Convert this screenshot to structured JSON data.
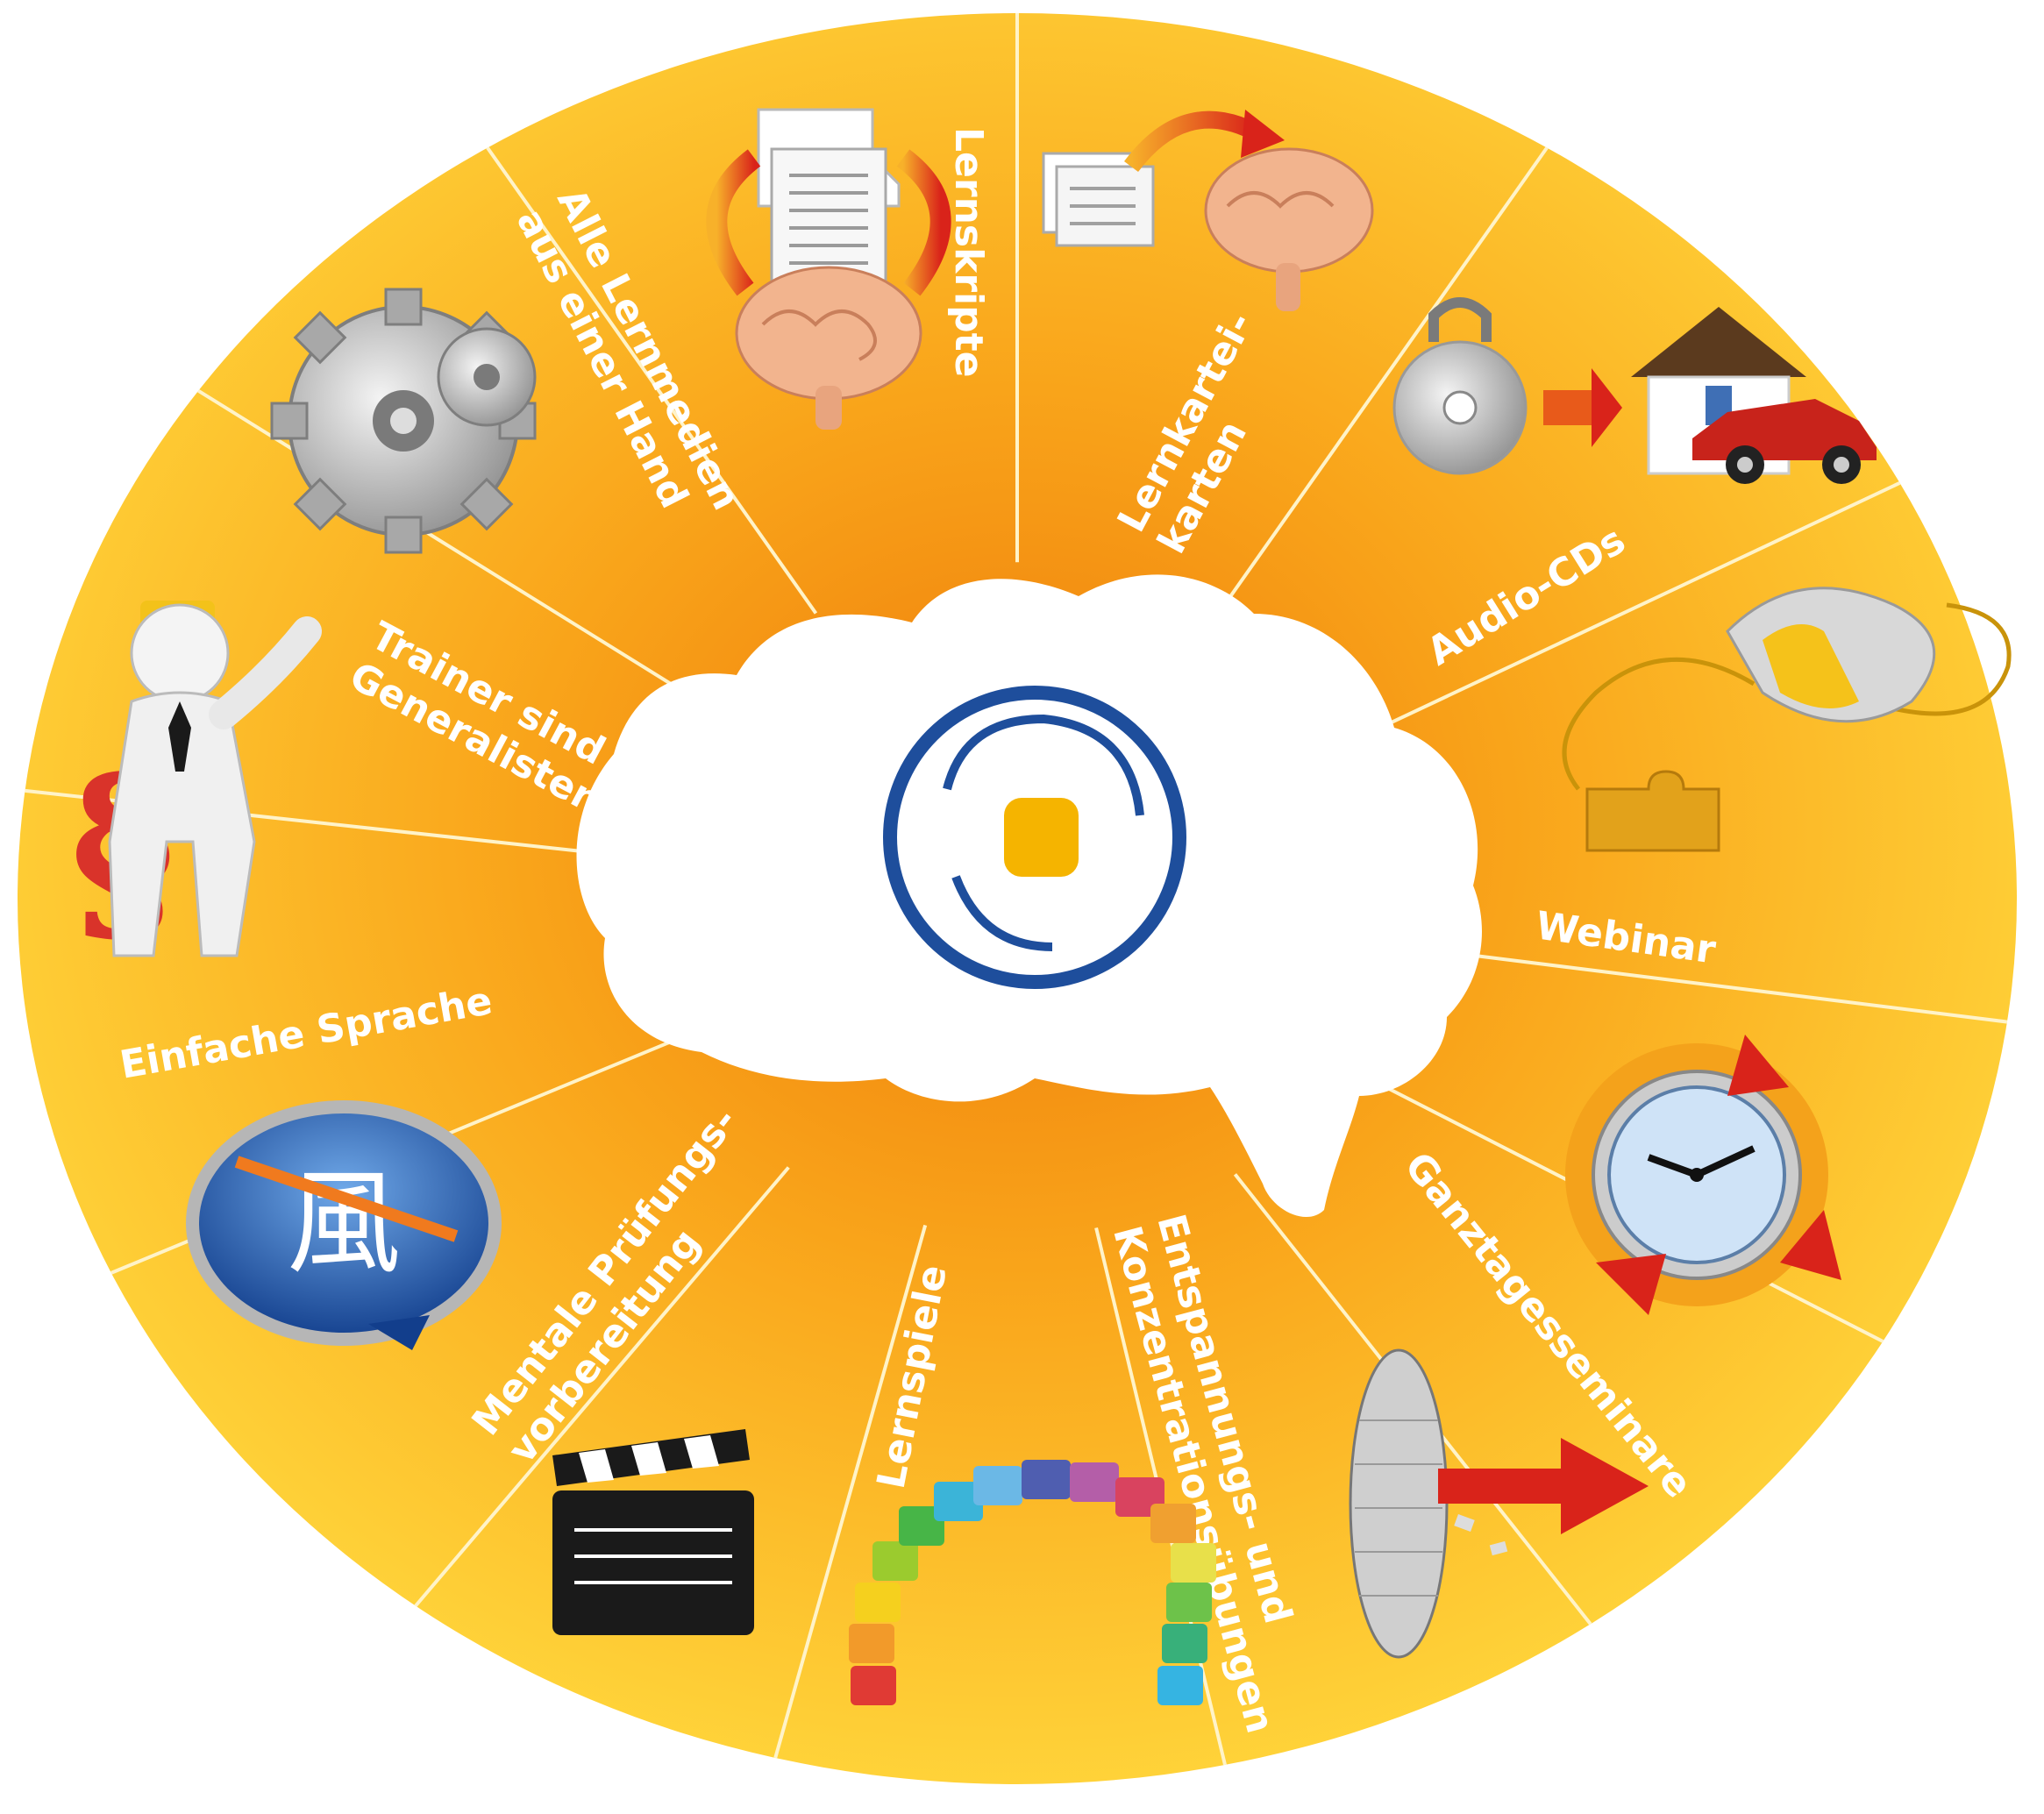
{
  "colors": {
    "disc_outer": "#FFD43A",
    "disc_mid": "#F9B21E",
    "disc_inner": "#EE7B0A",
    "divider": "#FFF3C8",
    "label": "#FFFFFF",
    "brain": "#FFFFFF",
    "logo_blue": "#1E4E9C",
    "logo_yellow": "#F5B400"
  },
  "segments": [
    {
      "id": "lernskripte",
      "lines": [
        "Lernskripte"
      ],
      "icon": "script-to-brain-icon"
    },
    {
      "id": "lernkarteikarten",
      "lines": [
        "Lernkartei-",
        "karten"
      ],
      "icon": "cards-to-brain-icon"
    },
    {
      "id": "audio-cds",
      "lines": [
        "Audio-CDs"
      ],
      "icon": "cd-house-car-icon"
    },
    {
      "id": "webinar",
      "lines": [
        "Webinar"
      ],
      "icon": "mouse-puzzle-icon"
    },
    {
      "id": "ganztagesseminare",
      "lines": [
        "Ganztagesseminare"
      ],
      "icon": "clock-arrows-icon"
    },
    {
      "id": "entspannung",
      "lines": [
        "Entspannungs- und",
        "Konzentrationsübungen"
      ],
      "icon": "arrow-through-wall-icon"
    },
    {
      "id": "lernspiele",
      "lines": [
        "Lernspiele"
      ],
      "icon": "block-arch-icon"
    },
    {
      "id": "mentale",
      "lines": [
        "Mentale Prüfungs-",
        "vorbereitung"
      ],
      "icon": "clapperboard-icon"
    },
    {
      "id": "einfache-sprache",
      "lines": [
        "Einfache Sprache"
      ],
      "icon": "speech-bubble-icon"
    },
    {
      "id": "trainer",
      "lines": [
        "Trainer sind",
        "Generalisten"
      ],
      "icon": "trainer-paragraph-icon"
    },
    {
      "id": "alle-lernmedien",
      "lines": [
        "Alle Lernmedien",
        "aus einer Hand"
      ],
      "icon": "gears-icon"
    }
  ],
  "center": {
    "icon": "brain-logo-icon",
    "badge_glyph": "風"
  }
}
